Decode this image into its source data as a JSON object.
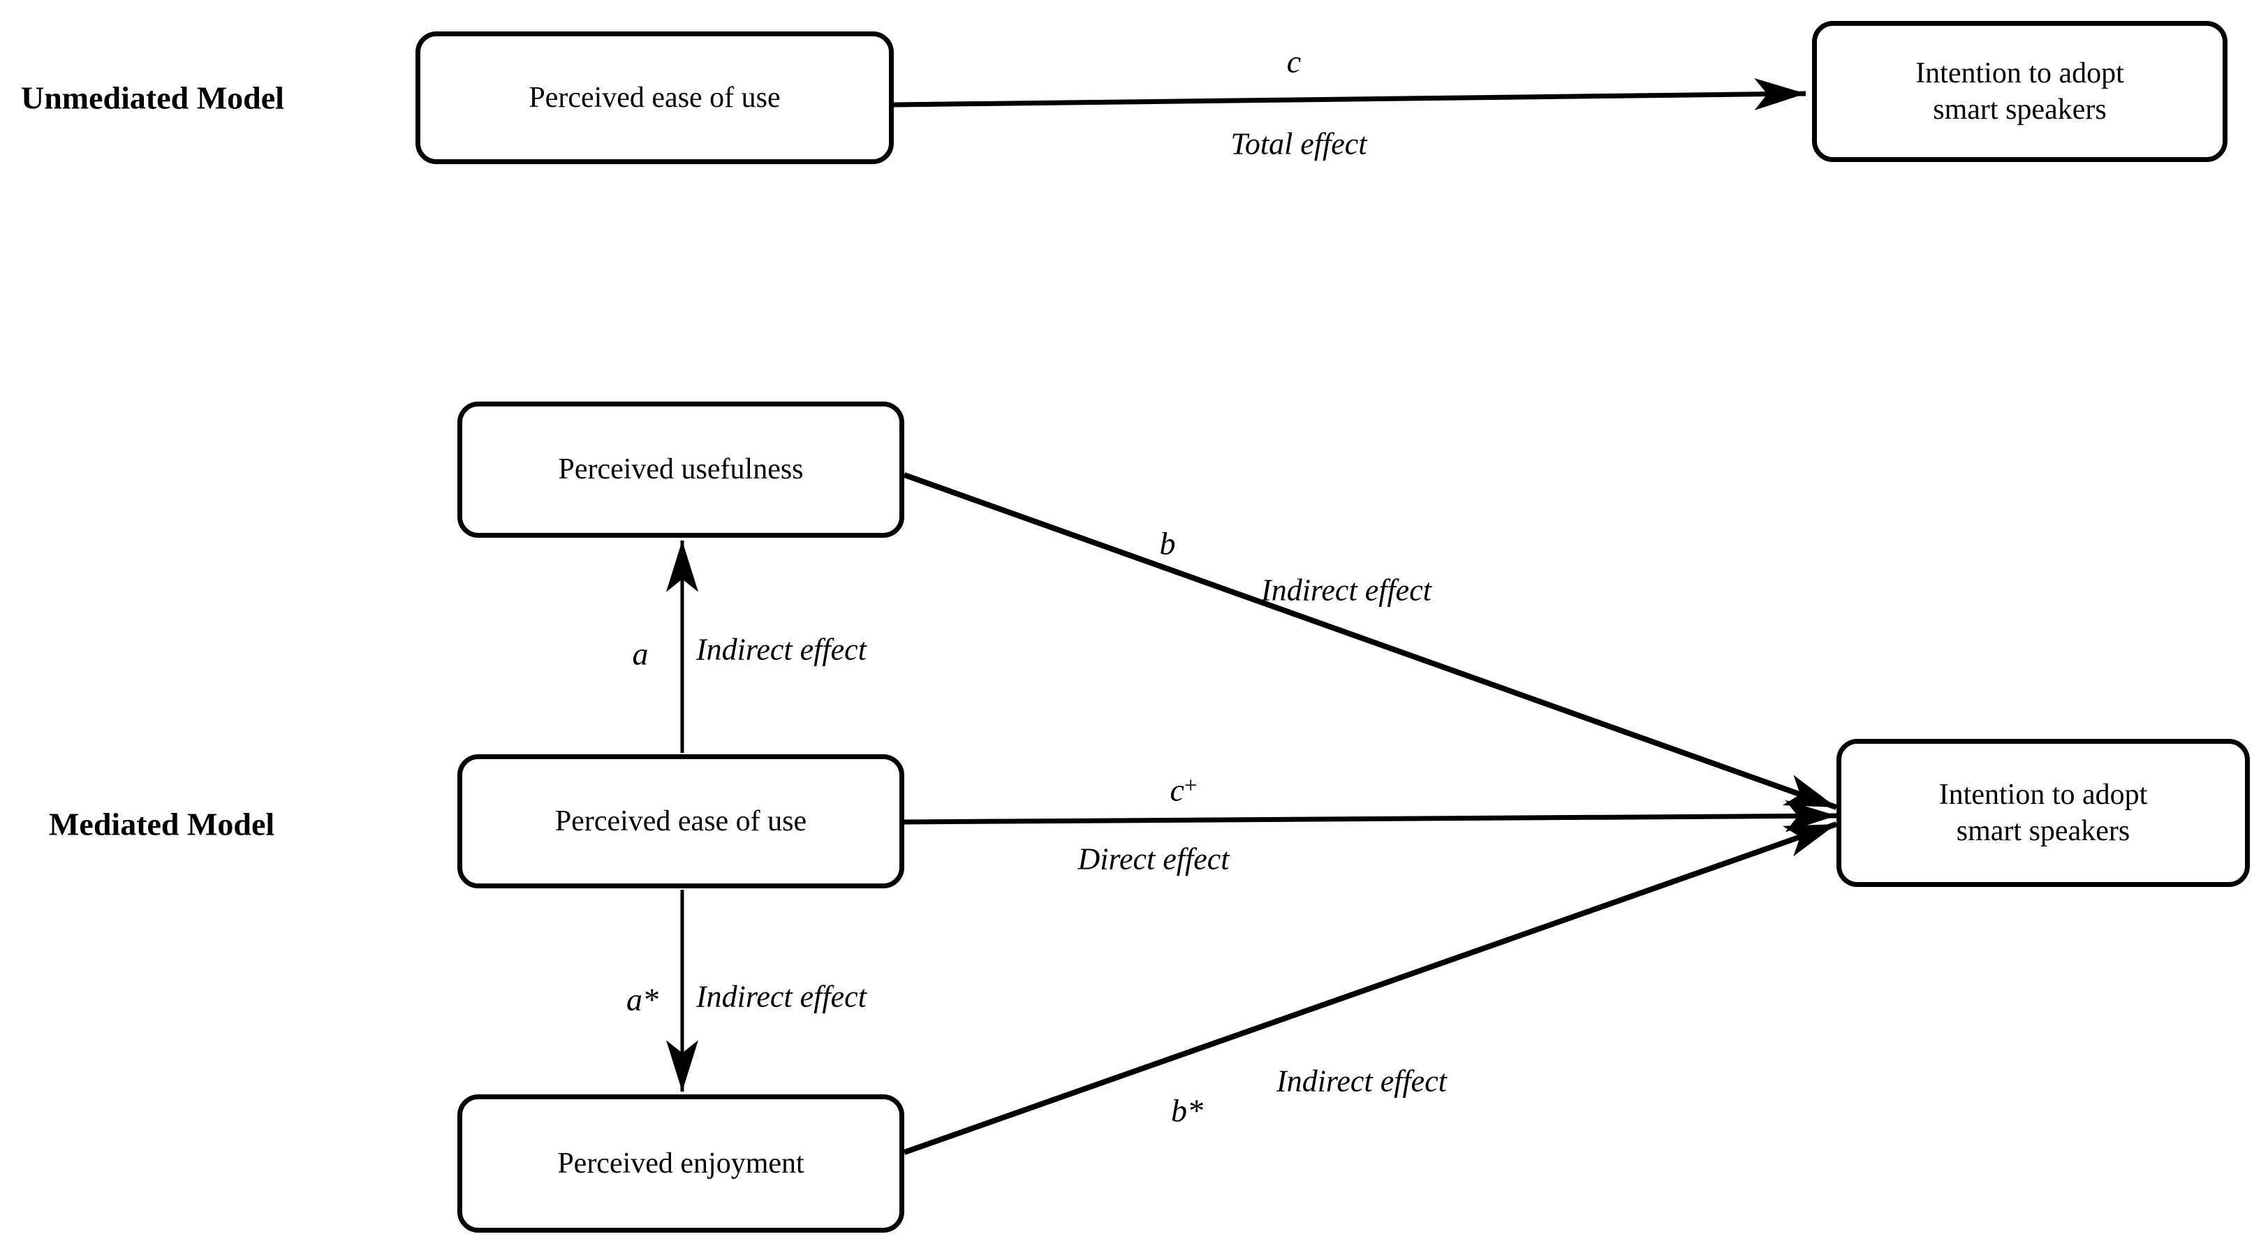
{
  "background": "#ffffff",
  "line_color": "#000000",
  "unmediated": {
    "section_label": "Unmediated Model",
    "ease_box": "Perceived ease of use",
    "intention_box_line1": "Intention to adopt",
    "intention_box_line2": "smart speakers",
    "path_c": {
      "coef": "c",
      "effect": "Total effect"
    }
  },
  "mediated": {
    "section_label": "Mediated Model",
    "usefulness_box": "Perceived usefulness",
    "ease_box": "Perceived ease of use",
    "enjoyment_box": "Perceived enjoyment",
    "intention_box_line1": "Intention to adopt",
    "intention_box_line2": "smart speakers",
    "path_a": {
      "coef": "a",
      "effect": "Indirect effect"
    },
    "path_a_star": {
      "coef": "a*",
      "effect": "Indirect effect"
    },
    "path_b": {
      "coef": "b",
      "effect": "Indirect effect"
    },
    "path_b_star": {
      "coef": "b*",
      "effect": "Indirect effect"
    },
    "path_c_prime": {
      "coef": "c",
      "coef_sup": "+",
      "effect": "Direct effect"
    }
  }
}
